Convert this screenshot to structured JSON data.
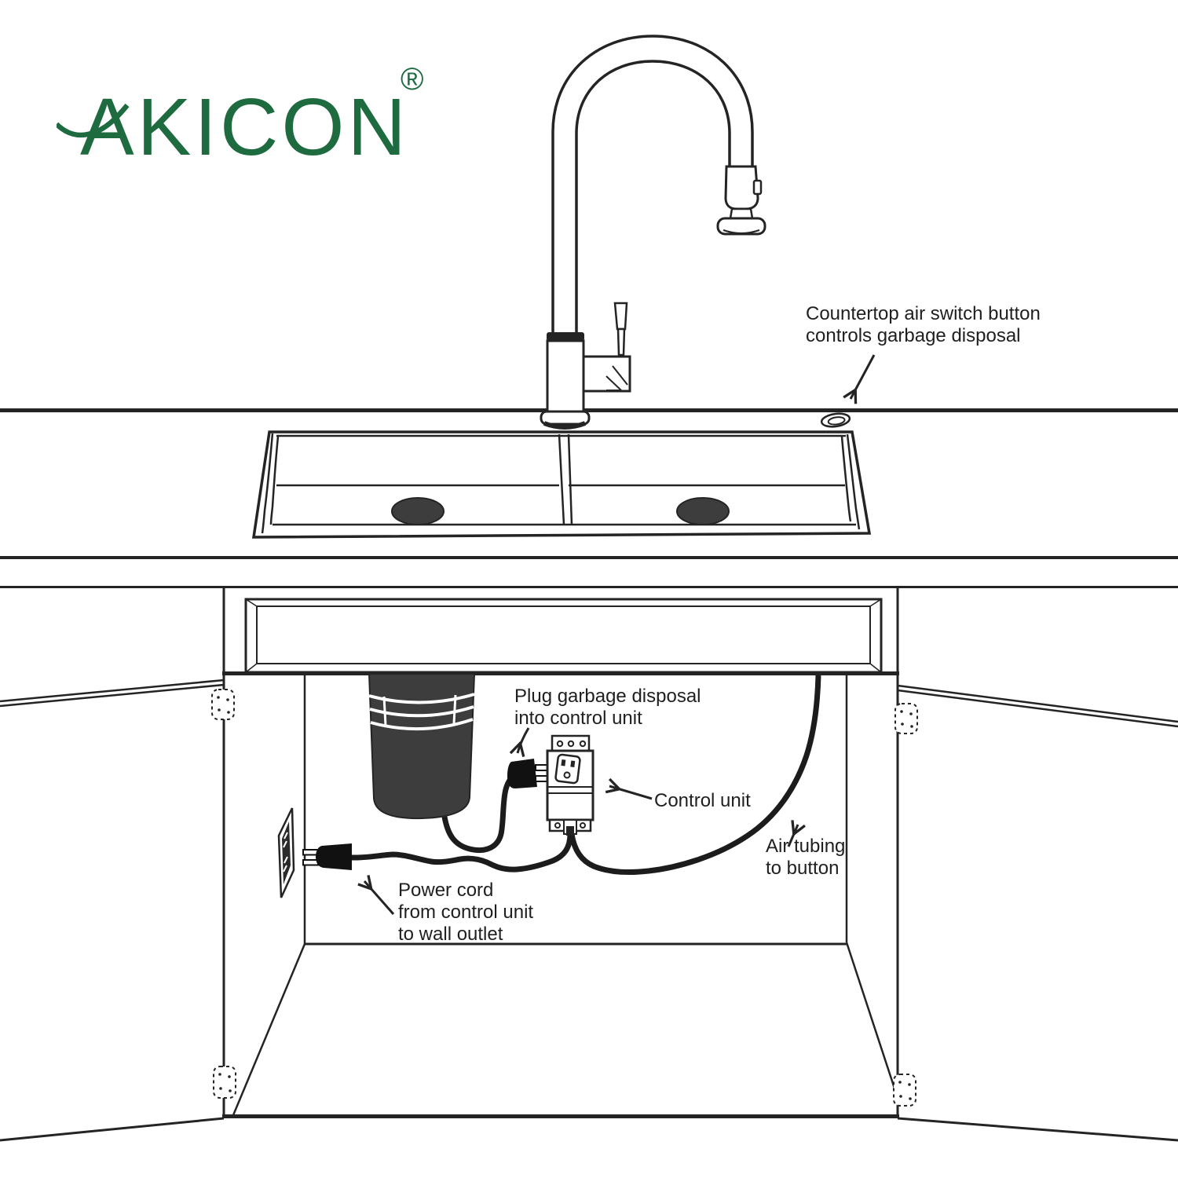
{
  "brand": {
    "name": "AKICON",
    "registered_mark": "®"
  },
  "labels": {
    "air_switch": "Countertop air switch button\ncontrols garbage disposal",
    "plug_disposal": "Plug garbage disposal\ninto control unit",
    "control_unit": "Control unit",
    "air_tubing": "Air tubing\nto button",
    "power_cord": "Power cord\nfrom control unit\nto wall outlet"
  },
  "colors": {
    "accent_green": "#1e6b40",
    "ink": "#242424",
    "disposal_fill": "#3d3d3d",
    "background": "#ffffff"
  }
}
